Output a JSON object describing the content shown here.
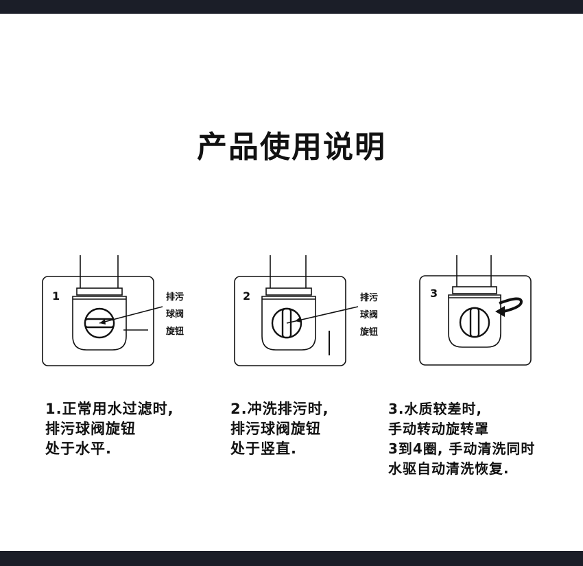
{
  "page": {
    "title": "产品使用说明",
    "bar_color": "#1b1e28"
  },
  "steps": [
    {
      "number": "1",
      "label_lines": [
        "排污",
        "球阀",
        "旋钮"
      ],
      "text_lines": [
        "1.正常用水过滤时,",
        "排污球阀旋钮",
        "处于水平."
      ]
    },
    {
      "number": "2",
      "label_lines": [
        "排污",
        "球阀",
        "旋钮"
      ],
      "text_lines": [
        "2.冲洗排污时,",
        "排污球阀旋钮",
        "处于竖直."
      ]
    },
    {
      "number": "3",
      "label_lines": [],
      "text_lines": [
        "3.水质较差时,",
        "手动转动旋转罩",
        "3到4圈, 手动清洗同时",
        "水驱自动清洗恢复."
      ]
    }
  ]
}
